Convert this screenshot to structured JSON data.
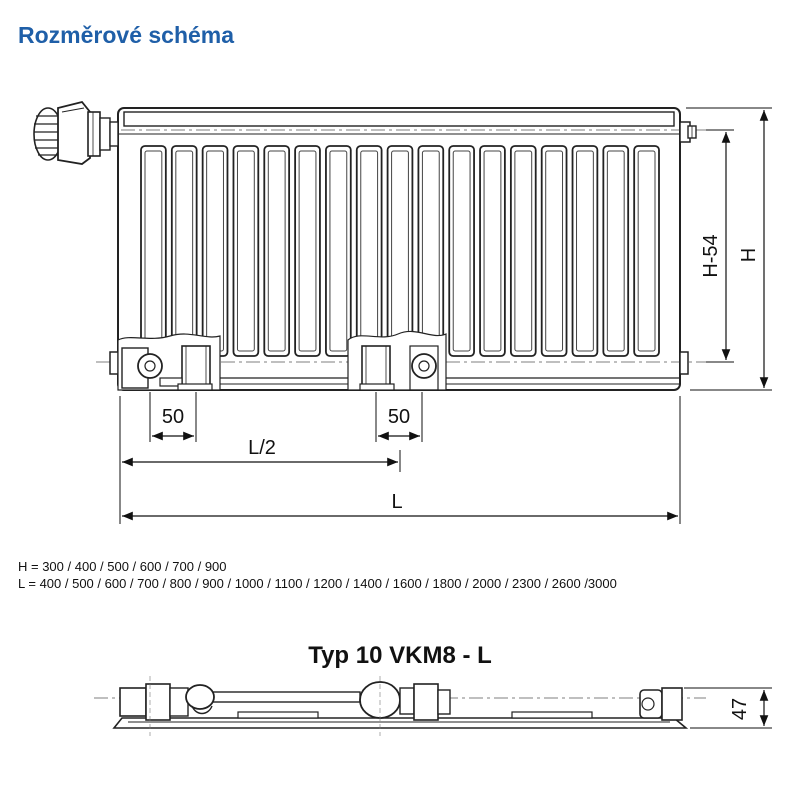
{
  "title": "Rozměrové schéma",
  "dimensions": {
    "offset_left": "50",
    "offset_center": "50",
    "half_length": "L/2",
    "length": "L",
    "height_reduced": "H-54",
    "height": "H",
    "depth": "47"
  },
  "specs": {
    "heights": "H = 300 / 400 / 500 / 600 / 700 / 900",
    "lengths": "L = 400 / 500 / 600 / 700 / 800 / 900 / 1000 / 1100 / 1200 / 1400 / 1600 / 1800 / 2000 / 2300 / 2600 /3000"
  },
  "model": {
    "type_label": "Typ 10 VKM8 - L"
  },
  "panel": {
    "channel_count": 17
  }
}
